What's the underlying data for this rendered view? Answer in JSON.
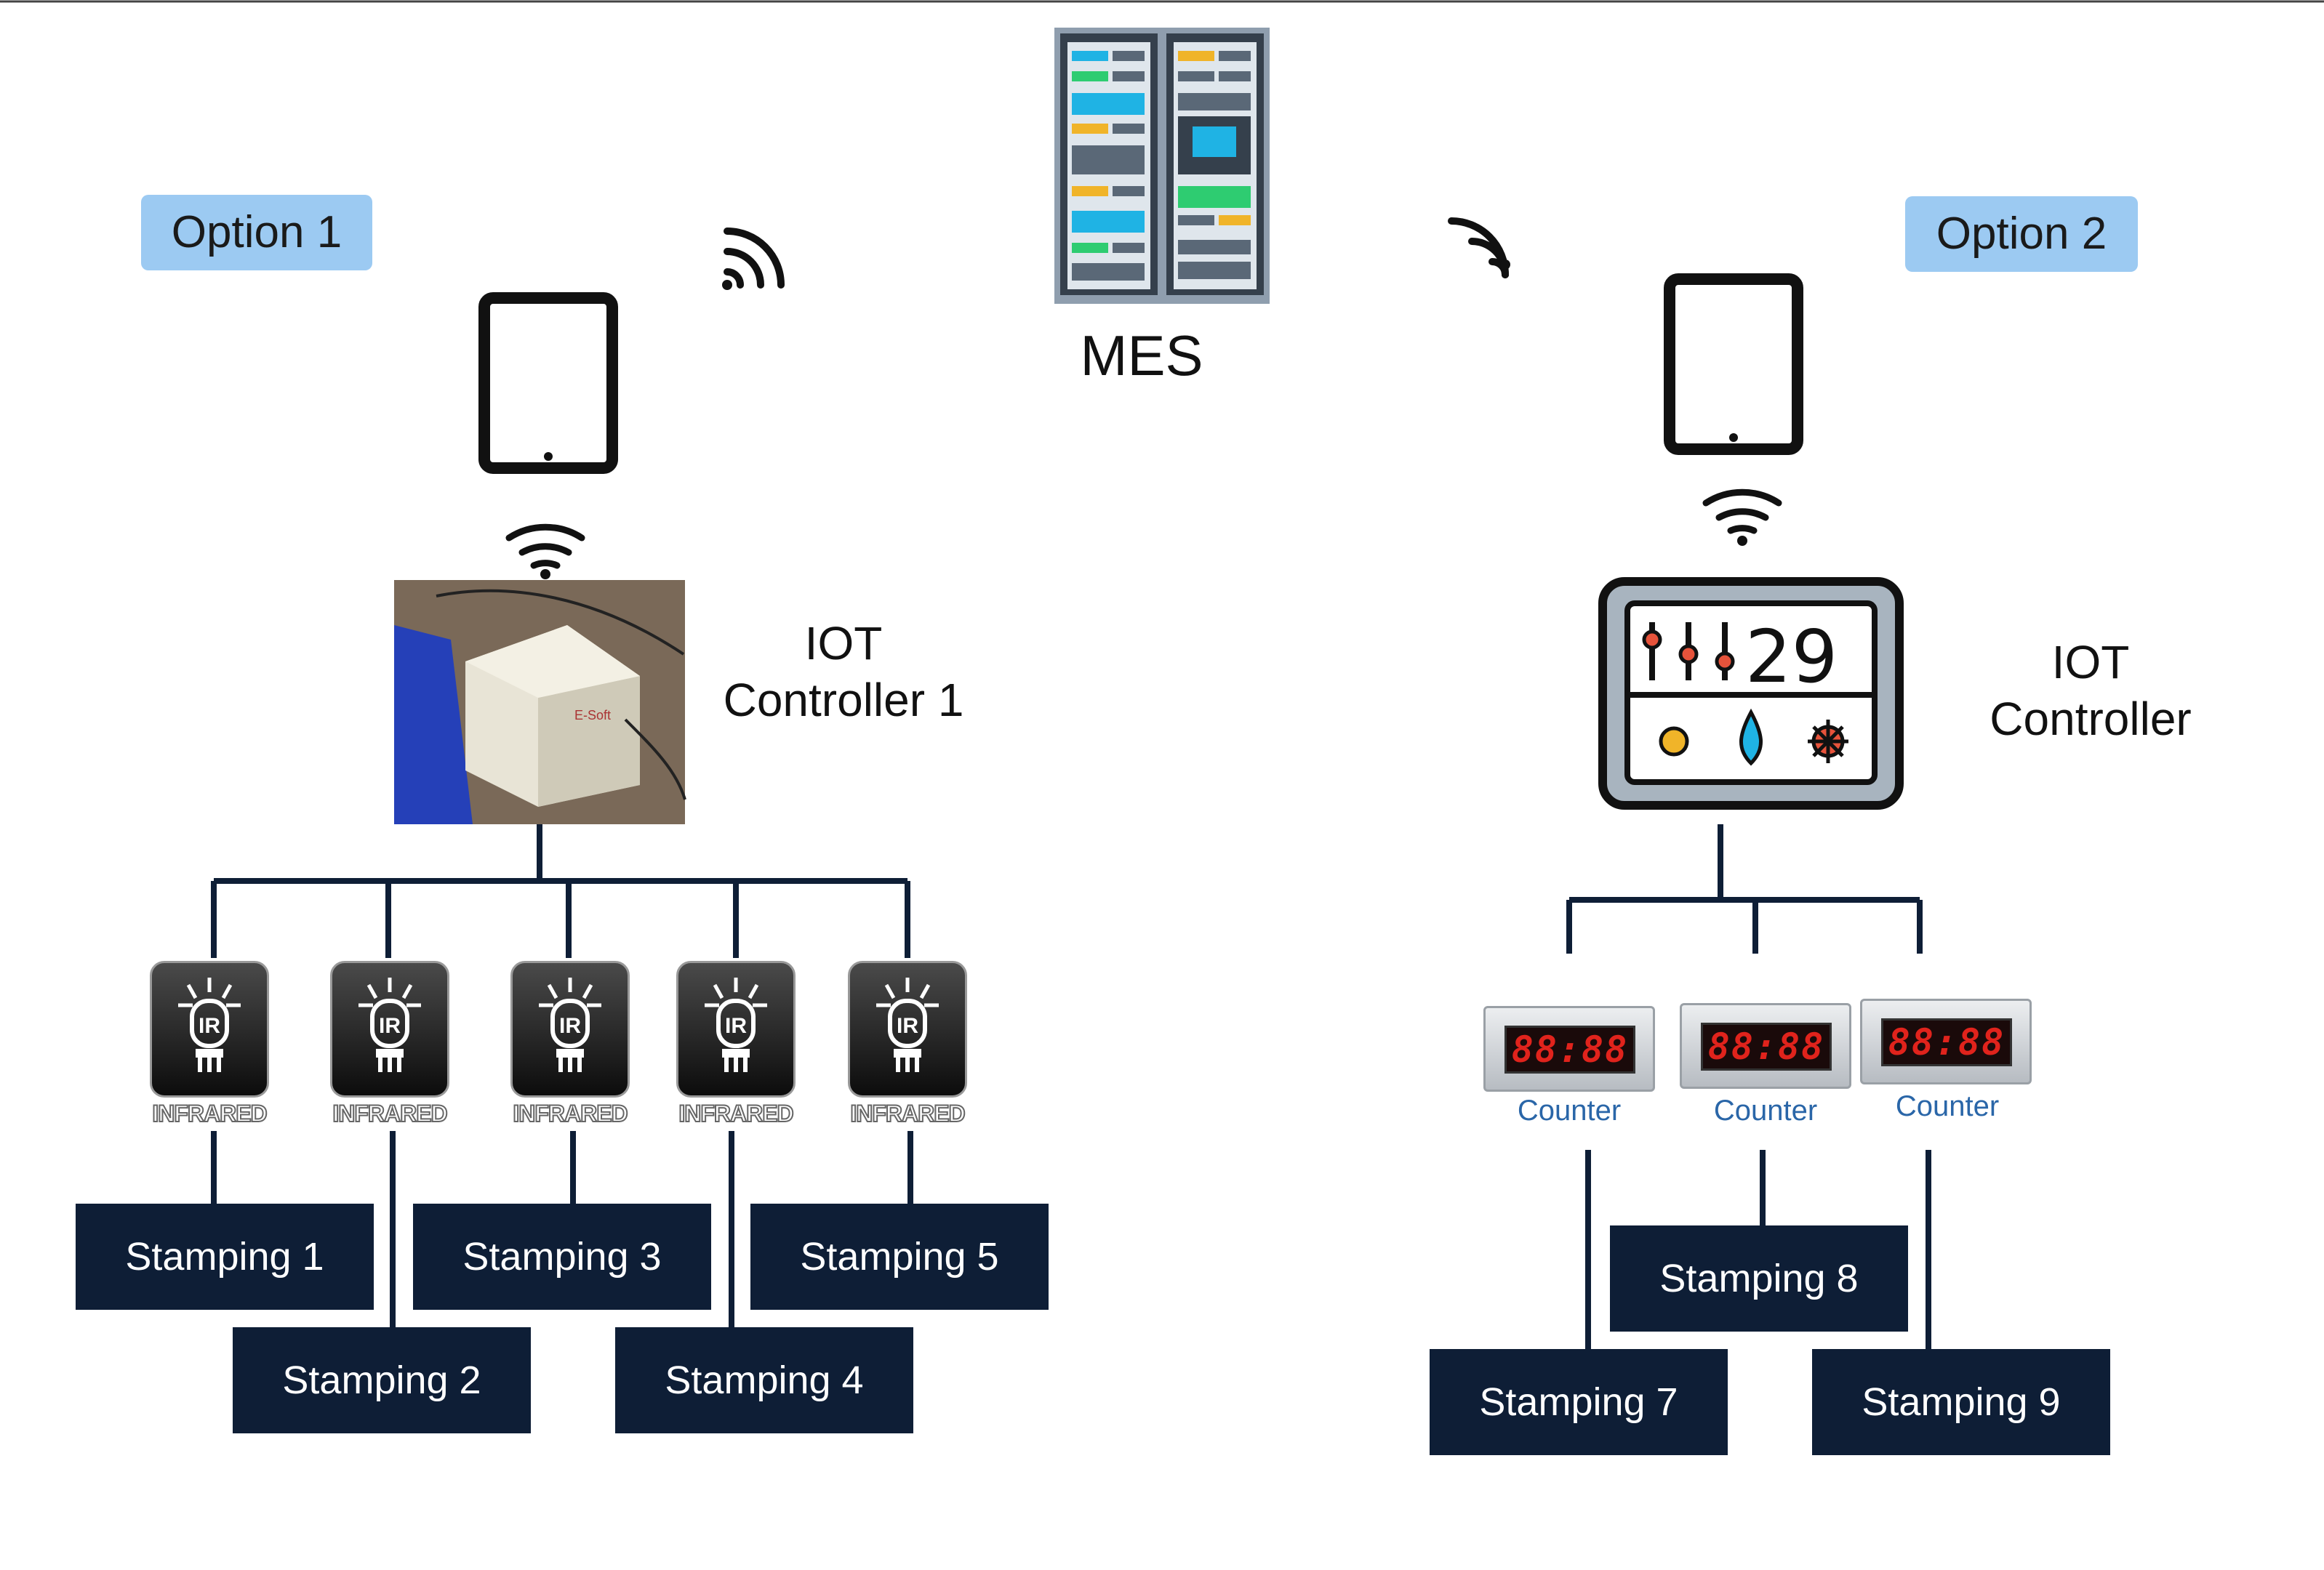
{
  "title": "MES",
  "options": {
    "option1": "Option 1",
    "option2": "Option 2"
  },
  "controllers": {
    "left": [
      "IOT",
      "Controller 1"
    ],
    "right": [
      "IOT",
      "Controller"
    ]
  },
  "sensor_labels": [
    "INFRARED",
    "INFRARED",
    "INFRARED",
    "INFRARED",
    "INFRARED"
  ],
  "sensor_icon_text": "IR",
  "counter_labels": [
    "Counter",
    "Counter",
    "Counter"
  ],
  "counter_display": "88:88",
  "controller_display": "29",
  "controller_brand": "E-Soft",
  "stampings": [
    "Stamping 1",
    "Stamping 2",
    "Stamping 3",
    "Stamping 4",
    "Stamping 5",
    "Stamping 7",
    "Stamping 8",
    "Stamping 9"
  ],
  "colors": {
    "stamping_box": "#0e1e36",
    "option_badge": "#9ccaf2",
    "connector": "#0e1e36",
    "counter_label": "#2a66a8",
    "counter_digits": "#e0231c"
  },
  "icons": [
    "server-rack-icon",
    "tablet-icon",
    "wifi-icon",
    "ir-sensor-icon",
    "counter-display-icon",
    "iot-controller-icon"
  ]
}
